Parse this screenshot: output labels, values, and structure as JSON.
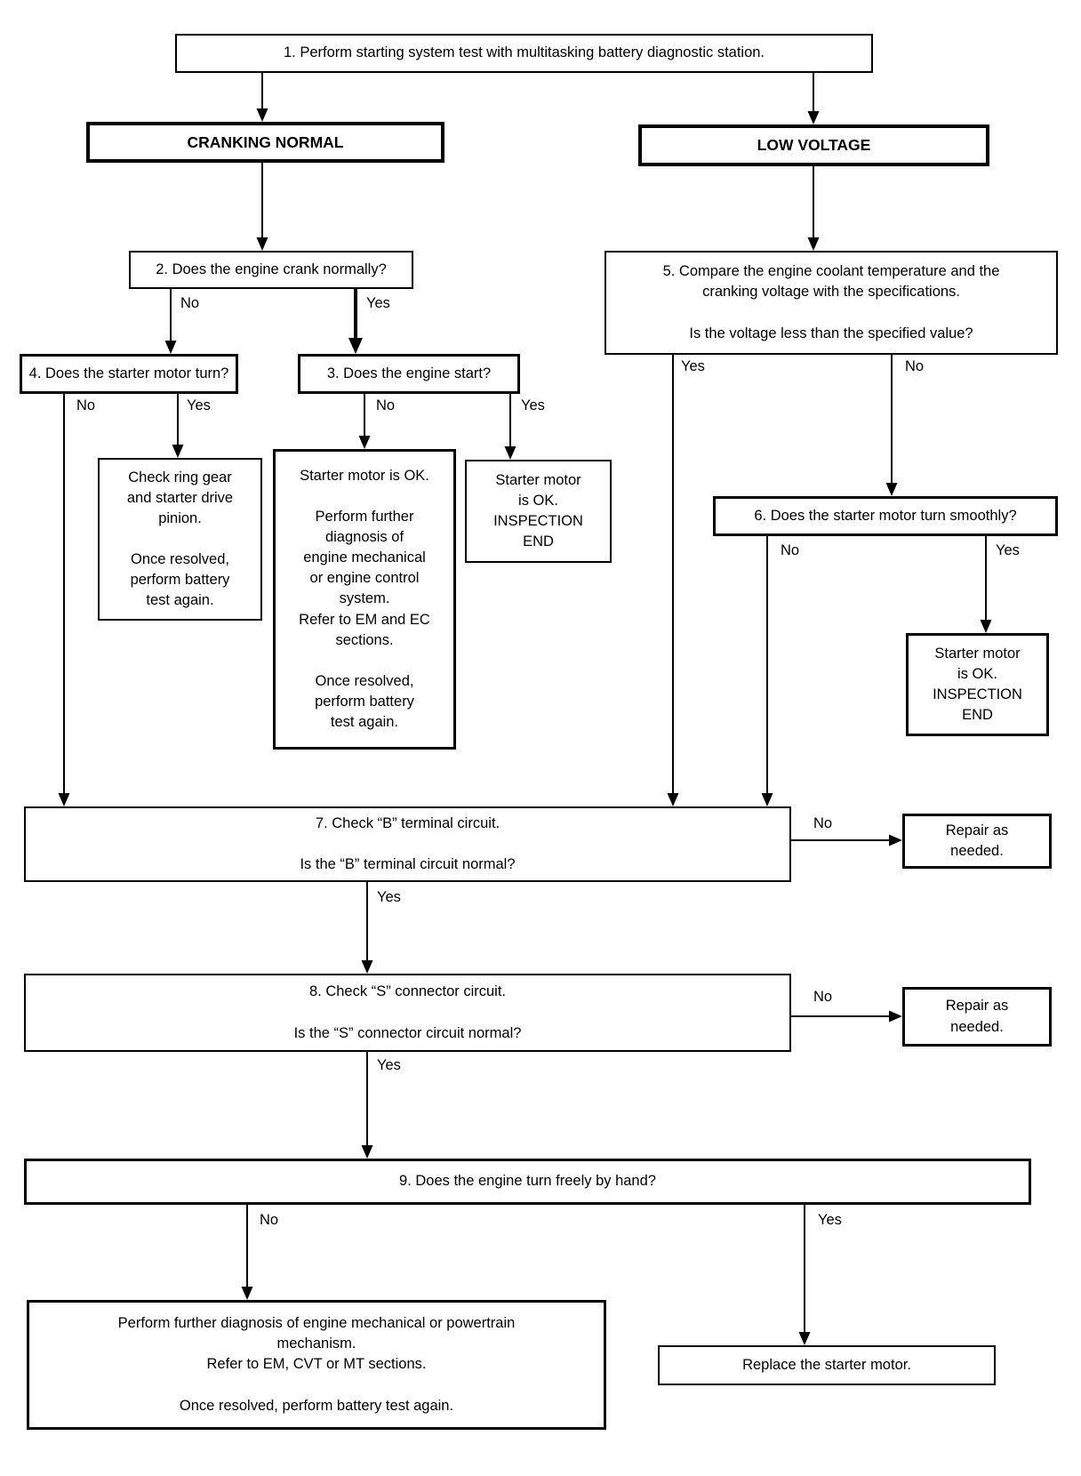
{
  "labels": {
    "yes": "Yes",
    "no": "No"
  },
  "colors": {
    "line": "#000000",
    "background": "#ffffff",
    "text": "#000000"
  },
  "nodes": {
    "step1": {
      "text": "1. Perform starting system test with multitasking battery diagnostic station."
    },
    "cranking_normal": {
      "text": "CRANKING NORMAL"
    },
    "low_voltage": {
      "text": "LOW VOLTAGE"
    },
    "step2": {
      "text": "2. Does the engine crank normally?"
    },
    "step3": {
      "text": "3. Does the engine start?"
    },
    "step4": {
      "text": "4. Does the starter motor turn?"
    },
    "step5": {
      "lines": [
        "5. Compare the engine coolant temperature and the",
        "cranking voltage with the specifications.",
        "",
        "Is the voltage less than the specified value?"
      ]
    },
    "step6": {
      "text": "6. Does the starter motor turn smoothly?"
    },
    "check_ring_gear": {
      "lines": [
        "Check ring gear",
        "and starter drive",
        "pinion.",
        "",
        "Once resolved,",
        "perform battery",
        "test again."
      ]
    },
    "starter_ok_diagnosis": {
      "lines": [
        "Starter motor is OK.",
        "",
        "Perform further",
        "diagnosis of",
        "engine mechanical",
        "or engine control",
        "system.",
        "Refer to EM and EC",
        "sections.",
        "",
        "Once resolved,",
        "perform battery",
        "test again."
      ]
    },
    "inspection_end": {
      "lines": [
        "Starter motor",
        "is OK.",
        "INSPECTION",
        "END"
      ]
    },
    "step7": {
      "lines": [
        "7. Check “B” terminal circuit.",
        "",
        "Is the “B” terminal circuit normal?"
      ]
    },
    "step8": {
      "lines": [
        "8. Check “S” connector circuit.",
        "",
        "Is the “S” connector circuit normal?"
      ]
    },
    "step9": {
      "text": "9. Does the engine turn freely by hand?"
    },
    "repair_as_needed": {
      "lines": [
        "Repair as",
        "needed."
      ]
    },
    "further_diagnosis": {
      "lines": [
        "Perform further diagnosis of engine mechanical or powertrain",
        "mechanism.",
        "Refer to EM, CVT or MT sections.",
        "",
        "Once resolved, perform battery test again."
      ]
    },
    "replace_starter": {
      "text": "Replace the starter motor."
    }
  }
}
